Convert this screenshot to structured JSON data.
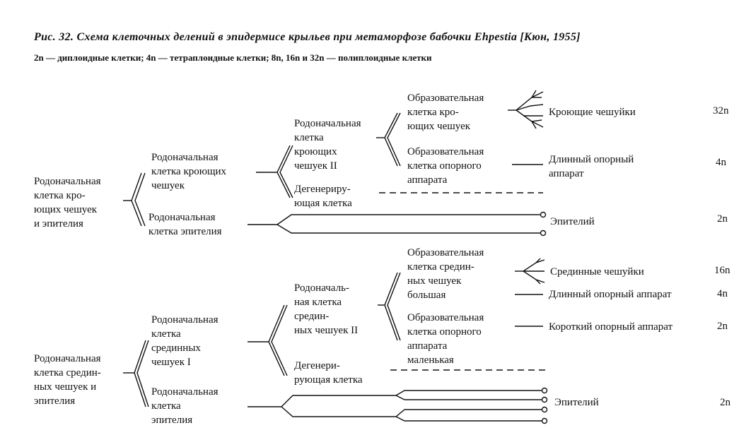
{
  "caption": {
    "title": "Рис. 32. Схема клеточных делений в эпидермисе крыльев при метаморфозе бабочки Ehpestia [Кюн, 1955]",
    "legend": "2n — диплоидные клетки; 4n — тетраплоидные клетки; 8n, 16n и 32n — полиплоидные клетки"
  },
  "top": {
    "root": "Родоначальная\nклетка кро-\nющих чешуек\nи эпителия",
    "level1_a": "Родоначальная\nклетка кроющих\nчешуек",
    "level1_b": "Родоначальная\nклетка эпителия",
    "level2_a": "Родоначальная\nклетка\nкроющих\nчешуек II",
    "level2_b": "Дегенериру-\nющая клетка",
    "level3_a": "Образовательная\nклетка кро-\nющих чешуек",
    "level3_b": "Образовательная\nклетка опорного\nаппарата",
    "out_scales": "Кроющие чешуйки",
    "out_support": "Длинный опорный\nаппарат",
    "out_epith": "Эпителий",
    "ploidy": [
      "32n",
      "4n",
      "2n"
    ]
  },
  "bottom": {
    "root": "Родоначальная\nклетка средин-\nных чешуек и\nэпителия",
    "level1_a": "Родоначальная\nклетка\nсрединных\nчешуек I",
    "level1_b": "Родоначальная\nклетка\nэпителия",
    "level2_a": "Родоначаль-\nная клетка\nсредин-\nных чешуек II",
    "level2_b": "Дегенери-\nрующая клетка",
    "level3_a": "Образовательная\nклетка средин-\nных чешуек\nбольшая",
    "level3_b": "Образовательная\nклетка опорного\nаппарата\nмаленькая",
    "out_scales": "Срединные чешуйки",
    "out_long": "Длинный опорный аппарат",
    "out_short": "Короткий опорный аппарат",
    "out_epith": "Эпителий",
    "ploidy": [
      "16n",
      "4n",
      "2n",
      "2n"
    ]
  }
}
